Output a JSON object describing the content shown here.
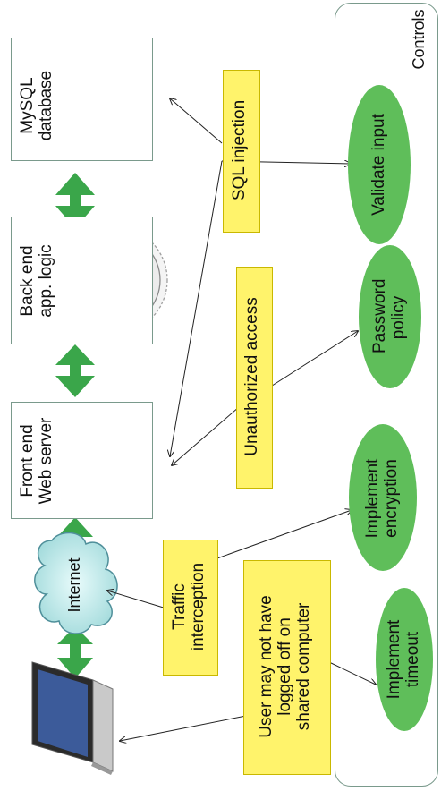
{
  "components": {
    "database": {
      "line1": "MySQL",
      "line2": "database"
    },
    "backend": {
      "line1": "Back end",
      "line2": "app. logic"
    },
    "frontend": {
      "line1": "Front end",
      "line2": "Web server"
    },
    "internet": "Internet"
  },
  "threats": {
    "sql": "SQL injection",
    "unauth": "Unauthorized access",
    "traffic": {
      "line1": "Traffic",
      "line2": "interception"
    },
    "user": {
      "line1": "User may not have",
      "line2": "logged off on",
      "line3": "shared computer"
    }
  },
  "controls": {
    "title": "Controls",
    "validate": "Validate input",
    "password": {
      "line1": "Password",
      "line2": "policy"
    },
    "encrypt": {
      "line1": "Implement",
      "line2": "encryption"
    },
    "timeout": {
      "line1": "Implement",
      "line2": "timeout"
    }
  },
  "colors": {
    "threat_fill": "#fff36b",
    "control_fill": "#5fbe5a",
    "link_arrow": "#3aa64a",
    "box_border": "#7a9a8c"
  }
}
